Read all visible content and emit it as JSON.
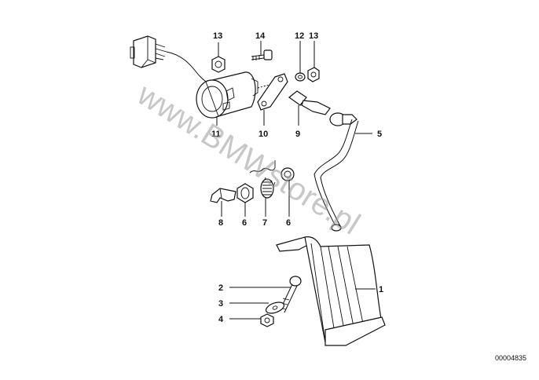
{
  "diagram": {
    "callouts": [
      {
        "id": "13",
        "label": "13"
      },
      {
        "id": "14",
        "label": "14"
      },
      {
        "id": "12",
        "label": "12"
      },
      {
        "id": "13b",
        "label": "13"
      },
      {
        "id": "11",
        "label": "11"
      },
      {
        "id": "10",
        "label": "10"
      },
      {
        "id": "9",
        "label": "9"
      },
      {
        "id": "5",
        "label": "5"
      },
      {
        "id": "8",
        "label": "8"
      },
      {
        "id": "6",
        "label": "6"
      },
      {
        "id": "7",
        "label": "7"
      },
      {
        "id": "6b",
        "label": "6"
      },
      {
        "id": "2",
        "label": "2"
      },
      {
        "id": "3",
        "label": "3"
      },
      {
        "id": "4",
        "label": "4"
      },
      {
        "id": "1",
        "label": "1"
      }
    ],
    "document_number": "00004835",
    "watermark": "www.BMWstore.pl"
  }
}
